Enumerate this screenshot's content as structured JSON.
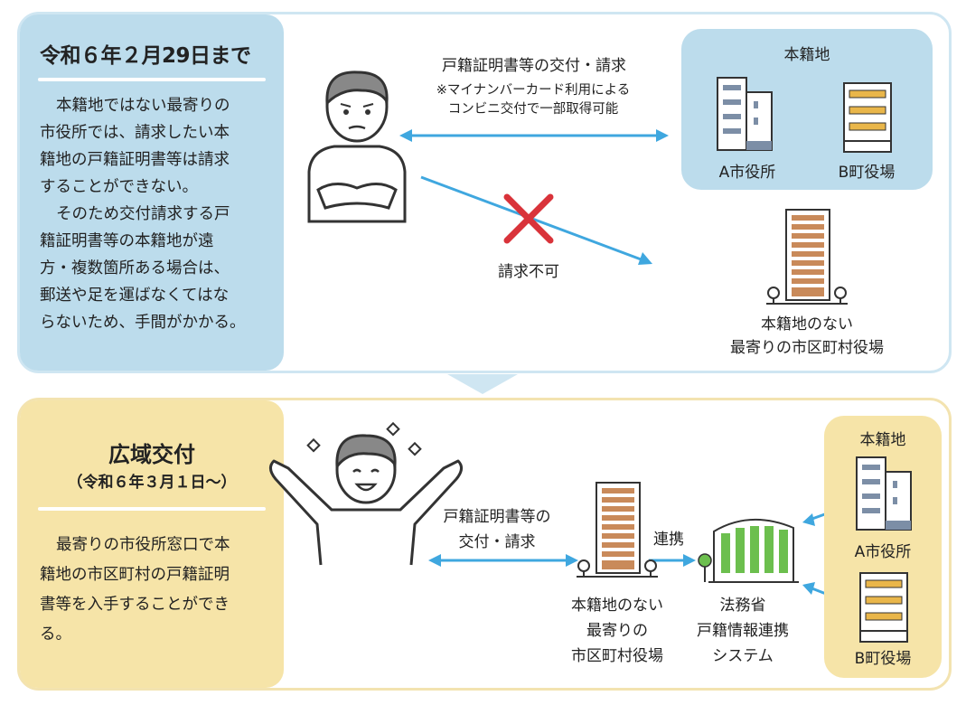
{
  "top": {
    "title": "令和６年２月29日まで",
    "para1": [
      "本籍地ではない最寄りの",
      "市役所では、請求したい本",
      "籍地の戸籍証明書等は請求",
      "することができない。"
    ],
    "para2": [
      "そのため交付請求する戸",
      "籍証明書等の本籍地が遠",
      "方・複数箇所ある場合は、",
      "郵送や足を運ばなくてはな",
      "らないため、手間がかかる。"
    ],
    "arrow_label": "戸籍証明書等の交付・請求",
    "note_lines": [
      "※マイナンバーカード利用による",
      "コンビニ交付で一部取得可能"
    ],
    "honseki_title": "本籍地",
    "city_a": "A市役所",
    "town_b": "B町役場",
    "denied_label": "請求不可",
    "nearest_lines": [
      "本籍地のない",
      "最寄りの市区町村役場"
    ]
  },
  "bottom": {
    "title": "広域交付",
    "date": "（令和６年３月１日～）",
    "para": [
      "最寄りの市役所窓口で本",
      "籍地の市区町村の戸籍証明",
      "書等を入手することができ",
      "る。"
    ],
    "request_lines": [
      "戸籍証明書等の",
      "交付・請求"
    ],
    "link_label": "連携",
    "nearest_lines": [
      "本籍地のない",
      "最寄りの",
      "市区町村役場"
    ],
    "moj_lines": [
      "法務省",
      "戸籍情報連携",
      "システム"
    ],
    "honseki_title": "本籍地",
    "city_a": "A市役所",
    "town_b": "B町役場"
  },
  "colors": {
    "top_side": "#bcdcec",
    "bottom_side": "#f6e4a8",
    "arrow": "#3fa7df",
    "cross": "#d9333a",
    "building": "#c98a5a",
    "green": "#6cbf4e"
  }
}
